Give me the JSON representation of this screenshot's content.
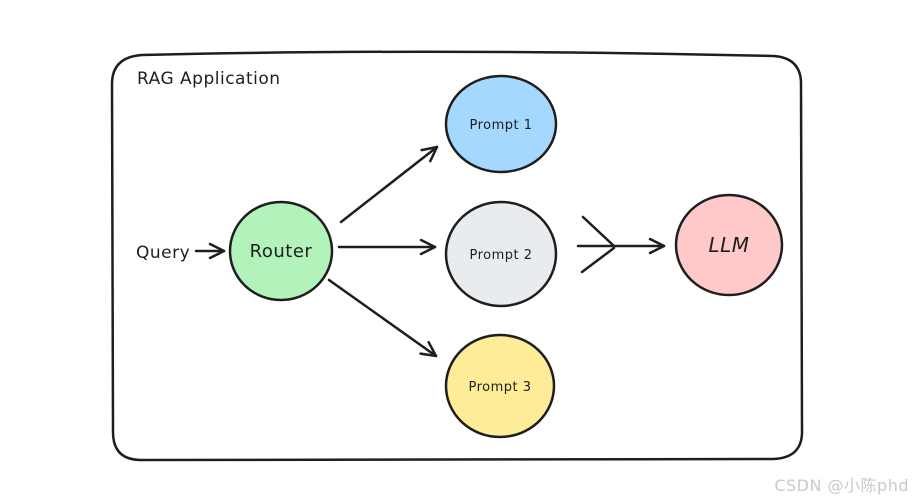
{
  "diagram": {
    "title": "RAG Application",
    "query_label": "Query",
    "nodes": [
      {
        "id": "router",
        "label": "Router",
        "fill": "#b2f2bb"
      },
      {
        "id": "prompt-1",
        "label": "Prompt 1",
        "fill": "#a5d8ff"
      },
      {
        "id": "prompt-2",
        "label": "Prompt 2",
        "fill": "#e9ecef"
      },
      {
        "id": "prompt-3",
        "label": "Prompt 3",
        "fill": "#ffec99"
      },
      {
        "id": "llm",
        "label": "LLM",
        "fill": "#ffc9c9"
      }
    ],
    "stroke_color": "#1e1e1e",
    "background_color": "#ffffff"
  },
  "watermark": {
    "text": "CSDN @小陈phd",
    "color": "#c9c9c9"
  }
}
